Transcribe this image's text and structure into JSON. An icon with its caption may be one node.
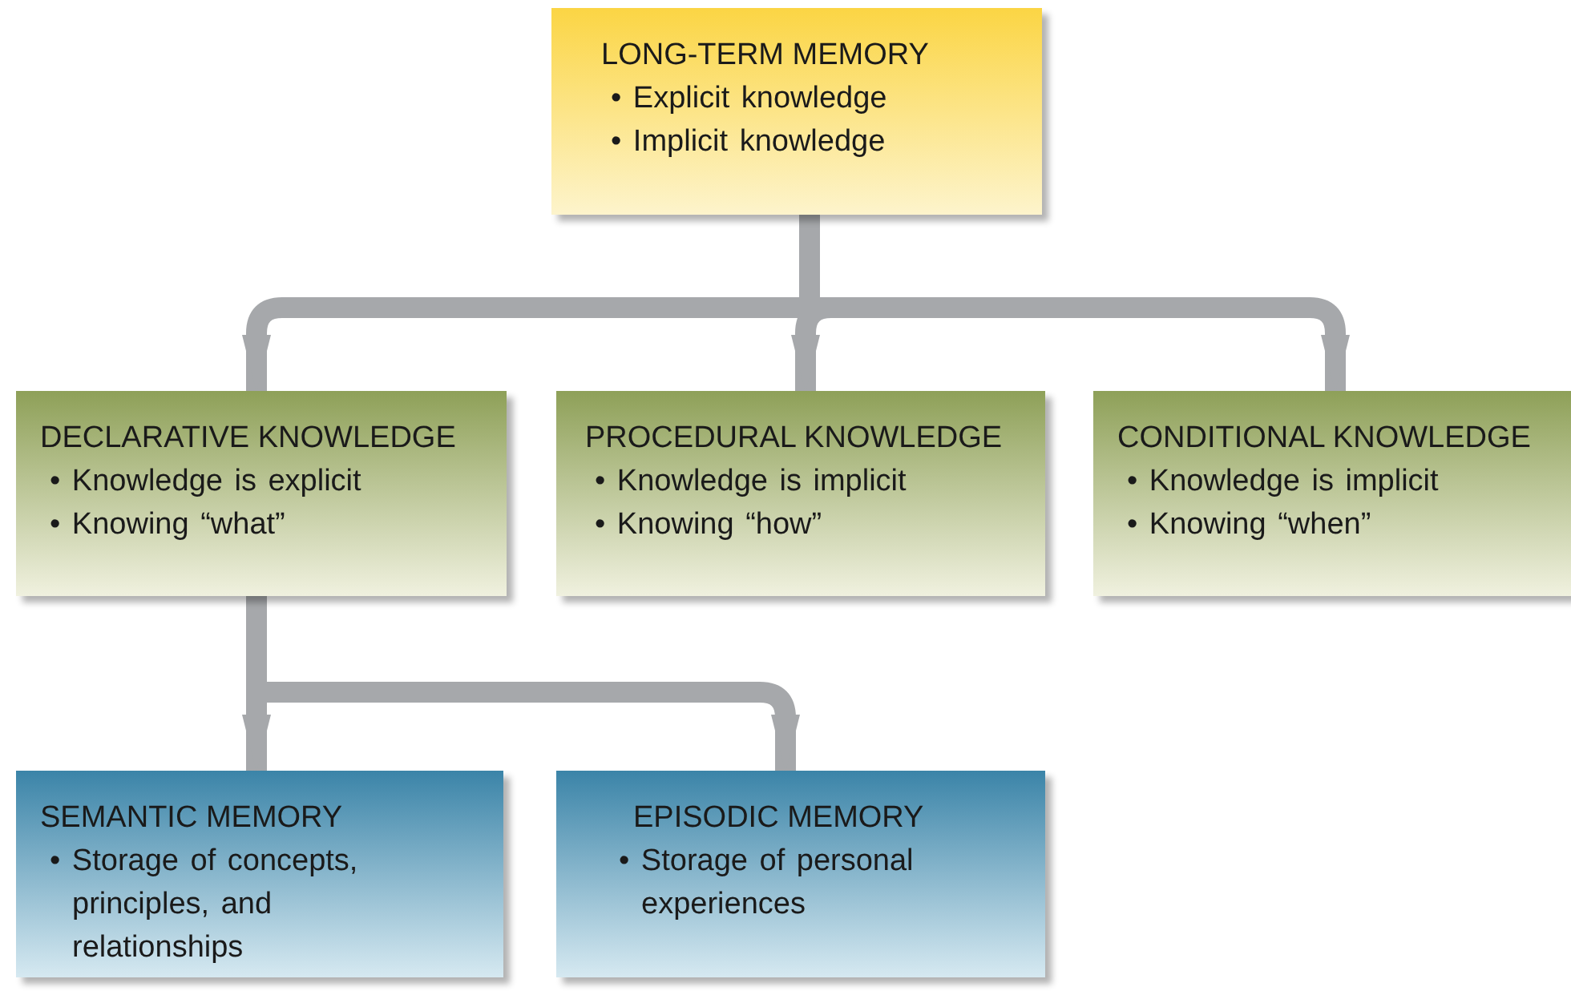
{
  "diagram": {
    "nodes": [
      {
        "text": [
          "LONG-TERM MEMORY",
          "• Explicit knowledge",
          "• Implicit knowledge"
        ]
      },
      {
        "text": [
          "DECLARATIVE KNOWLEDGE",
          "• Knowledge is explicit",
          "• Knowing “what”"
        ]
      },
      {
        "text": [
          "PROCEDURAL KNOWLEDGE",
          "• Knowledge is implicit",
          "• Knowing “how”"
        ]
      },
      {
        "text": [
          "CONDITIONAL KNOWLEDGE",
          "• Knowledge is implicit",
          "• Knowing “when”"
        ]
      },
      {
        "text": [
          "SEMANTIC MEMORY",
          "• Storage of concepts, principles, and relationships"
        ]
      },
      {
        "text": [
          "EPISODIC MEMORY",
          "• Storage of personal experiences"
        ]
      }
    ],
    "edges": [
      {
        "from": 0,
        "to": 1,
        "arrow": "to"
      },
      {
        "from": 0,
        "to": 2,
        "arrow": "to"
      },
      {
        "from": 0,
        "to": 3,
        "arrow": "to"
      },
      {
        "from": 1,
        "to": 4,
        "arrow": "to"
      },
      {
        "from": 1,
        "to": 5,
        "arrow": "to"
      }
    ]
  }
}
